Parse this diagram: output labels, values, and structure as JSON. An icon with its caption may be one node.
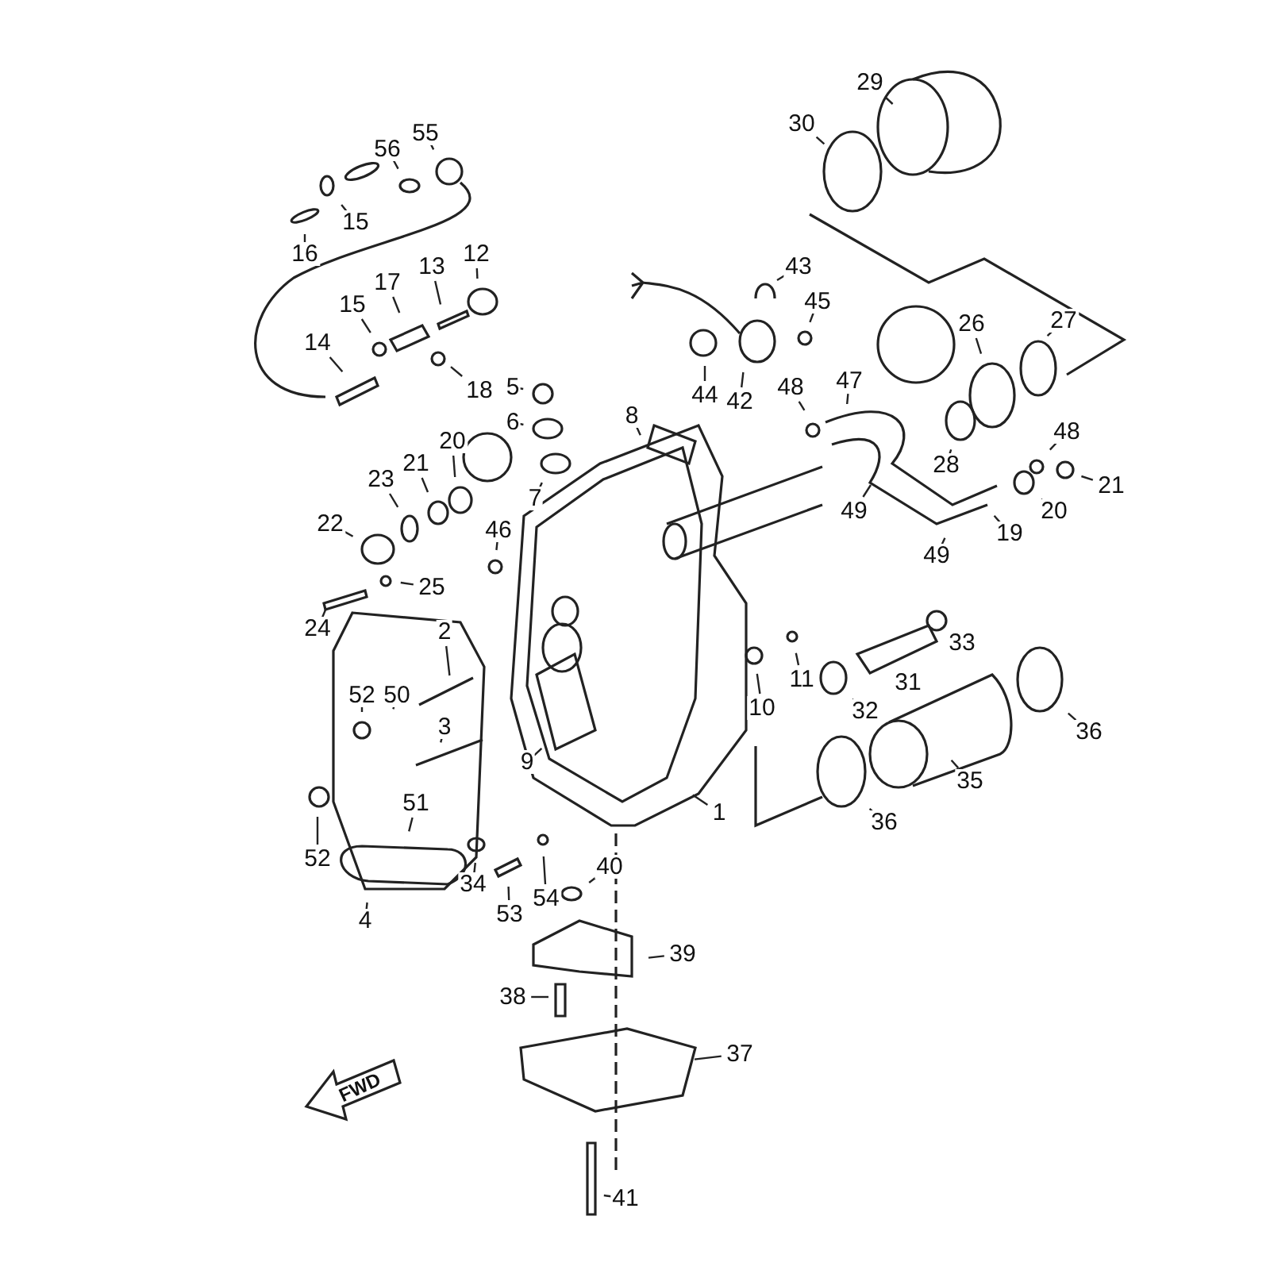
{
  "diagram": {
    "nodes": [
      {
        "text": [
          "55"
        ]
      },
      {
        "text": [
          "56"
        ]
      },
      {
        "text": [
          "15"
        ]
      },
      {
        "text": [
          "16"
        ]
      },
      {
        "text": [
          "29"
        ]
      },
      {
        "text": [
          "30"
        ]
      },
      {
        "text": [
          "12"
        ]
      },
      {
        "text": [
          "13"
        ]
      },
      {
        "text": [
          "17"
        ]
      },
      {
        "text": [
          "15"
        ]
      },
      {
        "text": [
          "14"
        ]
      },
      {
        "text": [
          "18"
        ]
      },
      {
        "text": [
          "43"
        ]
      },
      {
        "text": [
          "45"
        ]
      },
      {
        "text": [
          "5"
        ]
      },
      {
        "text": [
          "44"
        ]
      },
      {
        "text": [
          "42"
        ]
      },
      {
        "text": [
          "6"
        ]
      },
      {
        "text": [
          "47"
        ]
      },
      {
        "text": [
          "48"
        ]
      },
      {
        "text": [
          "27"
        ]
      },
      {
        "text": [
          "26"
        ]
      },
      {
        "text": [
          "8"
        ]
      },
      {
        "text": [
          "7"
        ]
      },
      {
        "text": [
          "28"
        ]
      },
      {
        "text": [
          "48"
        ]
      },
      {
        "text": [
          "21"
        ]
      },
      {
        "text": [
          "20"
        ]
      },
      {
        "text": [
          "19"
        ]
      },
      {
        "text": [
          "49"
        ]
      },
      {
        "text": [
          "49"
        ]
      },
      {
        "text": [
          "20"
        ]
      },
      {
        "text": [
          "21"
        ]
      },
      {
        "text": [
          "23"
        ]
      },
      {
        "text": [
          "22"
        ]
      },
      {
        "text": [
          "46"
        ]
      },
      {
        "text": [
          "25"
        ]
      },
      {
        "text": [
          "24"
        ]
      },
      {
        "text": [
          "2"
        ]
      },
      {
        "text": [
          "52"
        ]
      },
      {
        "text": [
          "50"
        ]
      },
      {
        "text": [
          "3"
        ]
      },
      {
        "text": [
          "10"
        ]
      },
      {
        "text": [
          "11"
        ]
      },
      {
        "text": [
          "33"
        ]
      },
      {
        "text": [
          "31"
        ]
      },
      {
        "text": [
          "32"
        ]
      },
      {
        "text": [
          "9"
        ]
      },
      {
        "text": [
          "51"
        ]
      },
      {
        "text": [
          "36"
        ]
      },
      {
        "text": [
          "35"
        ]
      },
      {
        "text": [
          "1"
        ]
      },
      {
        "text": [
          "36"
        ]
      },
      {
        "text": [
          "52"
        ]
      },
      {
        "text": [
          "34"
        ]
      },
      {
        "text": [
          "54"
        ]
      },
      {
        "text": [
          "40"
        ]
      },
      {
        "text": [
          "53"
        ]
      },
      {
        "text": [
          "4"
        ]
      },
      {
        "text": [
          "39"
        ]
      },
      {
        "text": [
          "38"
        ]
      },
      {
        "text": [
          "37"
        ]
      },
      {
        "text": [
          "41"
        ]
      }
    ],
    "edges": [
      {
        "from": 0,
        "to": null,
        "arrow": "none"
      },
      {
        "from": 1,
        "to": null,
        "arrow": "none"
      },
      {
        "from": 2,
        "to": null,
        "arrow": "none"
      },
      {
        "from": 3,
        "to": null,
        "arrow": "none"
      },
      {
        "from": 4,
        "to": null,
        "arrow": "none"
      },
      {
        "from": 5,
        "to": null,
        "arrow": "none"
      },
      {
        "from": 6,
        "to": null,
        "arrow": "none"
      },
      {
        "from": 7,
        "to": null,
        "arrow": "none"
      },
      {
        "from": 8,
        "to": null,
        "arrow": "none"
      },
      {
        "from": 9,
        "to": null,
        "arrow": "none"
      },
      {
        "from": 10,
        "to": null,
        "arrow": "none"
      },
      {
        "from": 11,
        "to": null,
        "arrow": "none"
      },
      {
        "from": 12,
        "to": null,
        "arrow": "none"
      },
      {
        "from": 13,
        "to": null,
        "arrow": "none"
      },
      {
        "from": 14,
        "to": null,
        "arrow": "none"
      },
      {
        "from": 15,
        "to": null,
        "arrow": "none"
      },
      {
        "from": 16,
        "to": null,
        "arrow": "none"
      },
      {
        "from": 17,
        "to": null,
        "arrow": "none"
      },
      {
        "from": 18,
        "to": null,
        "arrow": "none"
      },
      {
        "from": 19,
        "to": null,
        "arrow": "none"
      },
      {
        "from": 20,
        "to": null,
        "arrow": "none"
      },
      {
        "from": 21,
        "to": null,
        "arrow": "none"
      },
      {
        "from": 22,
        "to": null,
        "arrow": "none"
      },
      {
        "from": 23,
        "to": null,
        "arrow": "none"
      },
      {
        "from": 24,
        "to": null,
        "arrow": "none"
      },
      {
        "from": 25,
        "to": null,
        "arrow": "none"
      },
      {
        "from": 26,
        "to": null,
        "arrow": "none"
      },
      {
        "from": 27,
        "to": null,
        "arrow": "none"
      },
      {
        "from": 28,
        "to": null,
        "arrow": "none"
      },
      {
        "from": 29,
        "to": null,
        "arrow": "none"
      },
      {
        "from": 30,
        "to": null,
        "arrow": "none"
      },
      {
        "from": 31,
        "to": null,
        "arrow": "none"
      },
      {
        "from": 32,
        "to": null,
        "arrow": "none"
      },
      {
        "from": 33,
        "to": null,
        "arrow": "none"
      },
      {
        "from": 34,
        "to": null,
        "arrow": "none"
      },
      {
        "from": 35,
        "to": null,
        "arrow": "none"
      },
      {
        "from": 36,
        "to": null,
        "arrow": "none"
      },
      {
        "from": 37,
        "to": null,
        "arrow": "none"
      },
      {
        "from": 38,
        "to": null,
        "arrow": "none"
      },
      {
        "from": 39,
        "to": null,
        "arrow": "none"
      },
      {
        "from": 40,
        "to": null,
        "arrow": "none"
      },
      {
        "from": 41,
        "to": null,
        "arrow": "none"
      },
      {
        "from": 42,
        "to": null,
        "arrow": "none"
      },
      {
        "from": 43,
        "to": null,
        "arrow": "none"
      },
      {
        "from": 44,
        "to": null,
        "arrow": "none"
      },
      {
        "from": 45,
        "to": null,
        "arrow": "none"
      },
      {
        "from": 46,
        "to": null,
        "arrow": "none"
      },
      {
        "from": 47,
        "to": null,
        "arrow": "none"
      },
      {
        "from": 48,
        "to": null,
        "arrow": "none"
      },
      {
        "from": 49,
        "to": null,
        "arrow": "none"
      },
      {
        "from": 50,
        "to": null,
        "arrow": "none"
      },
      {
        "from": 51,
        "to": null,
        "arrow": "none"
      },
      {
        "from": 52,
        "to": null,
        "arrow": "none"
      },
      {
        "from": 53,
        "to": null,
        "arrow": "none"
      },
      {
        "from": 54,
        "to": null,
        "arrow": "none"
      },
      {
        "from": 55,
        "to": null,
        "arrow": "none"
      },
      {
        "from": 56,
        "to": null,
        "arrow": "none"
      },
      {
        "from": 57,
        "to": null,
        "arrow": "none"
      },
      {
        "from": 58,
        "to": null,
        "arrow": "none"
      },
      {
        "from": 59,
        "to": null,
        "arrow": "none"
      },
      {
        "from": 60,
        "to": null,
        "arrow": "none"
      },
      {
        "from": 61,
        "to": null,
        "arrow": "none"
      },
      {
        "from": 62,
        "to": null,
        "arrow": "none"
      }
    ],
    "labels": [
      "FWD"
    ]
  }
}
